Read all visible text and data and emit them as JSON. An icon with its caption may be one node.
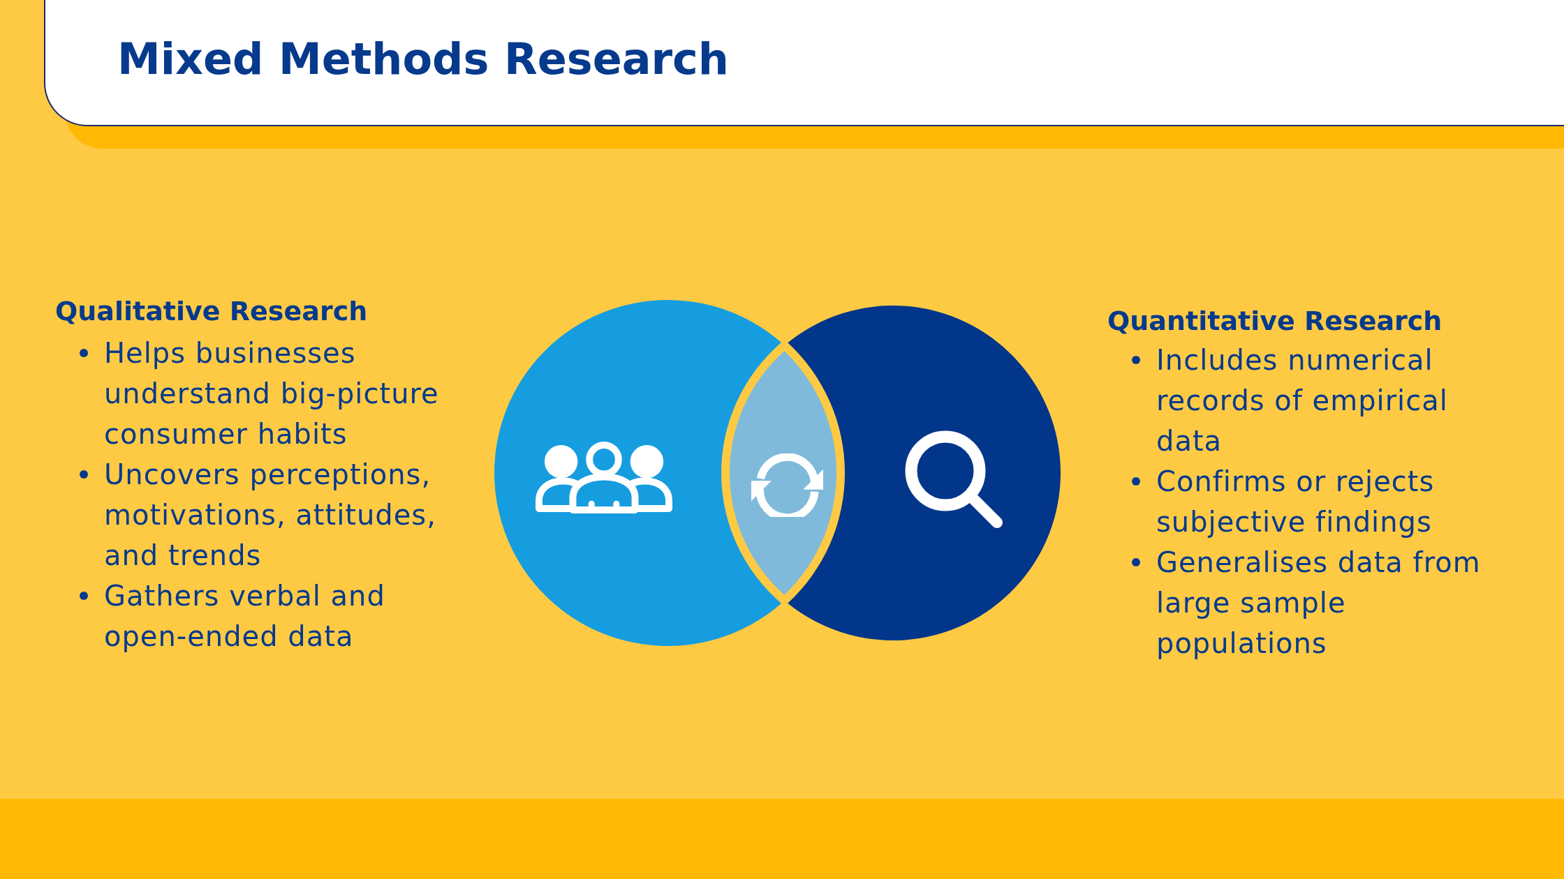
{
  "diagram": {
    "title": "Mixed Methods Research",
    "nodes": [
      {
        "text": [],
        "shape": "circle",
        "beside": [
          "Qualitative Research",
          "Helps businesses understand big-picture consumer habits",
          "Uncovers perceptions, motivations, attitudes, and trends",
          "Gathers verbal and open-ended data"
        ]
      },
      {
        "text": [],
        "shape": "lens"
      },
      {
        "text": [],
        "shape": "circle",
        "beside": [
          "Quantitative Research",
          "Includes numerical records of empirical data",
          "Confirms or rejects subjective findings",
          "Generalises data from large sample populations"
        ]
      }
    ]
  }
}
